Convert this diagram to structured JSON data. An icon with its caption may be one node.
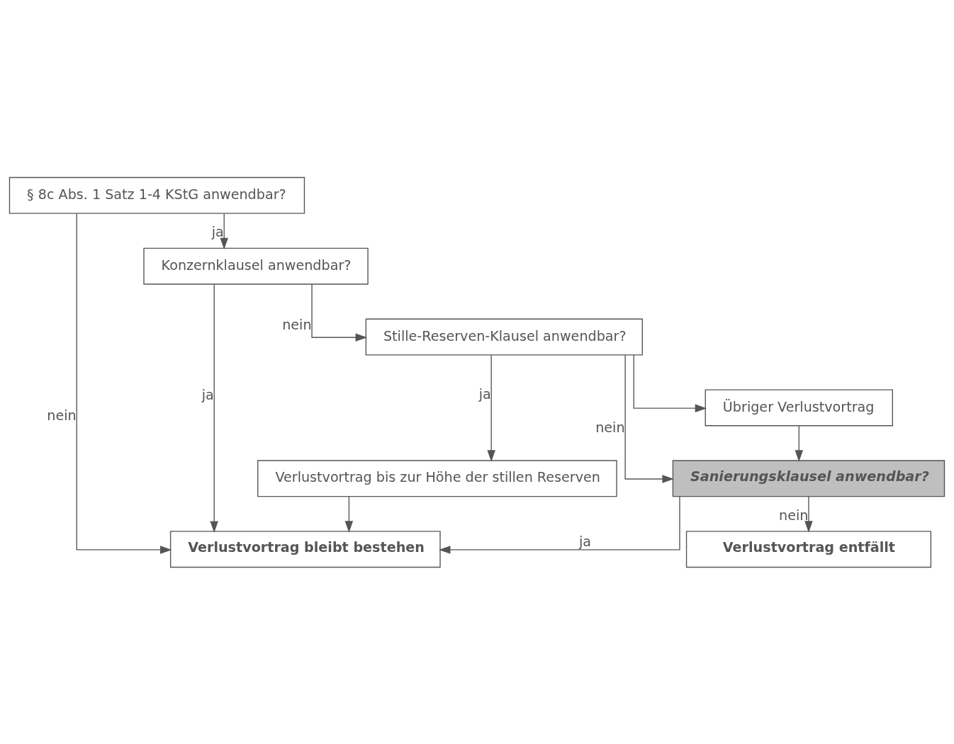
{
  "diagram": {
    "nodes": [
      {
        "text": [
          "§ 8c Abs. 1 Satz 1-4 KStG anwendbar?"
        ]
      },
      {
        "text": [
          "Konzernklausel anwendbar?"
        ]
      },
      {
        "text": [
          "Verlustvortrag bis zur Höhe der stillen Reserven"
        ]
      },
      {
        "text": [
          "Stille-Reserven-Klausel anwendbar?"
        ]
      },
      {
        "text": [
          "Übriger Verlustvortrag"
        ]
      },
      {
        "text": [
          "Sanierungsklausel anwendbar?"
        ]
      },
      {
        "text": [
          "Verlustvortrag bleibt bestehen"
        ]
      },
      {
        "text": [
          "Verlustvortrag entfällt"
        ]
      }
    ],
    "edges": [
      {
        "from": 0,
        "to": 6,
        "label": "nein",
        "arrow": "to"
      },
      {
        "from": 0,
        "to": 1,
        "label": "ja",
        "arrow": "to"
      },
      {
        "from": 1,
        "to": 6,
        "label": "ja",
        "arrow": "to"
      },
      {
        "from": 1,
        "to": 3,
        "label": "nein",
        "arrow": "to"
      },
      {
        "from": 2,
        "to": 6,
        "arrow": "to"
      },
      {
        "from": 3,
        "to": 2,
        "label": "ja",
        "arrow": "to"
      },
      {
        "from": 3,
        "to": 4,
        "arrow": "to"
      },
      {
        "from": 3,
        "to": 5,
        "label": "nein",
        "arrow": "to"
      },
      {
        "from": 4,
        "to": 5,
        "arrow": "to"
      },
      {
        "from": 5,
        "to": 6,
        "label": "ja",
        "arrow": "to"
      },
      {
        "from": 5,
        "to": 7,
        "label": "nein",
        "arrow": "to"
      }
    ]
  }
}
